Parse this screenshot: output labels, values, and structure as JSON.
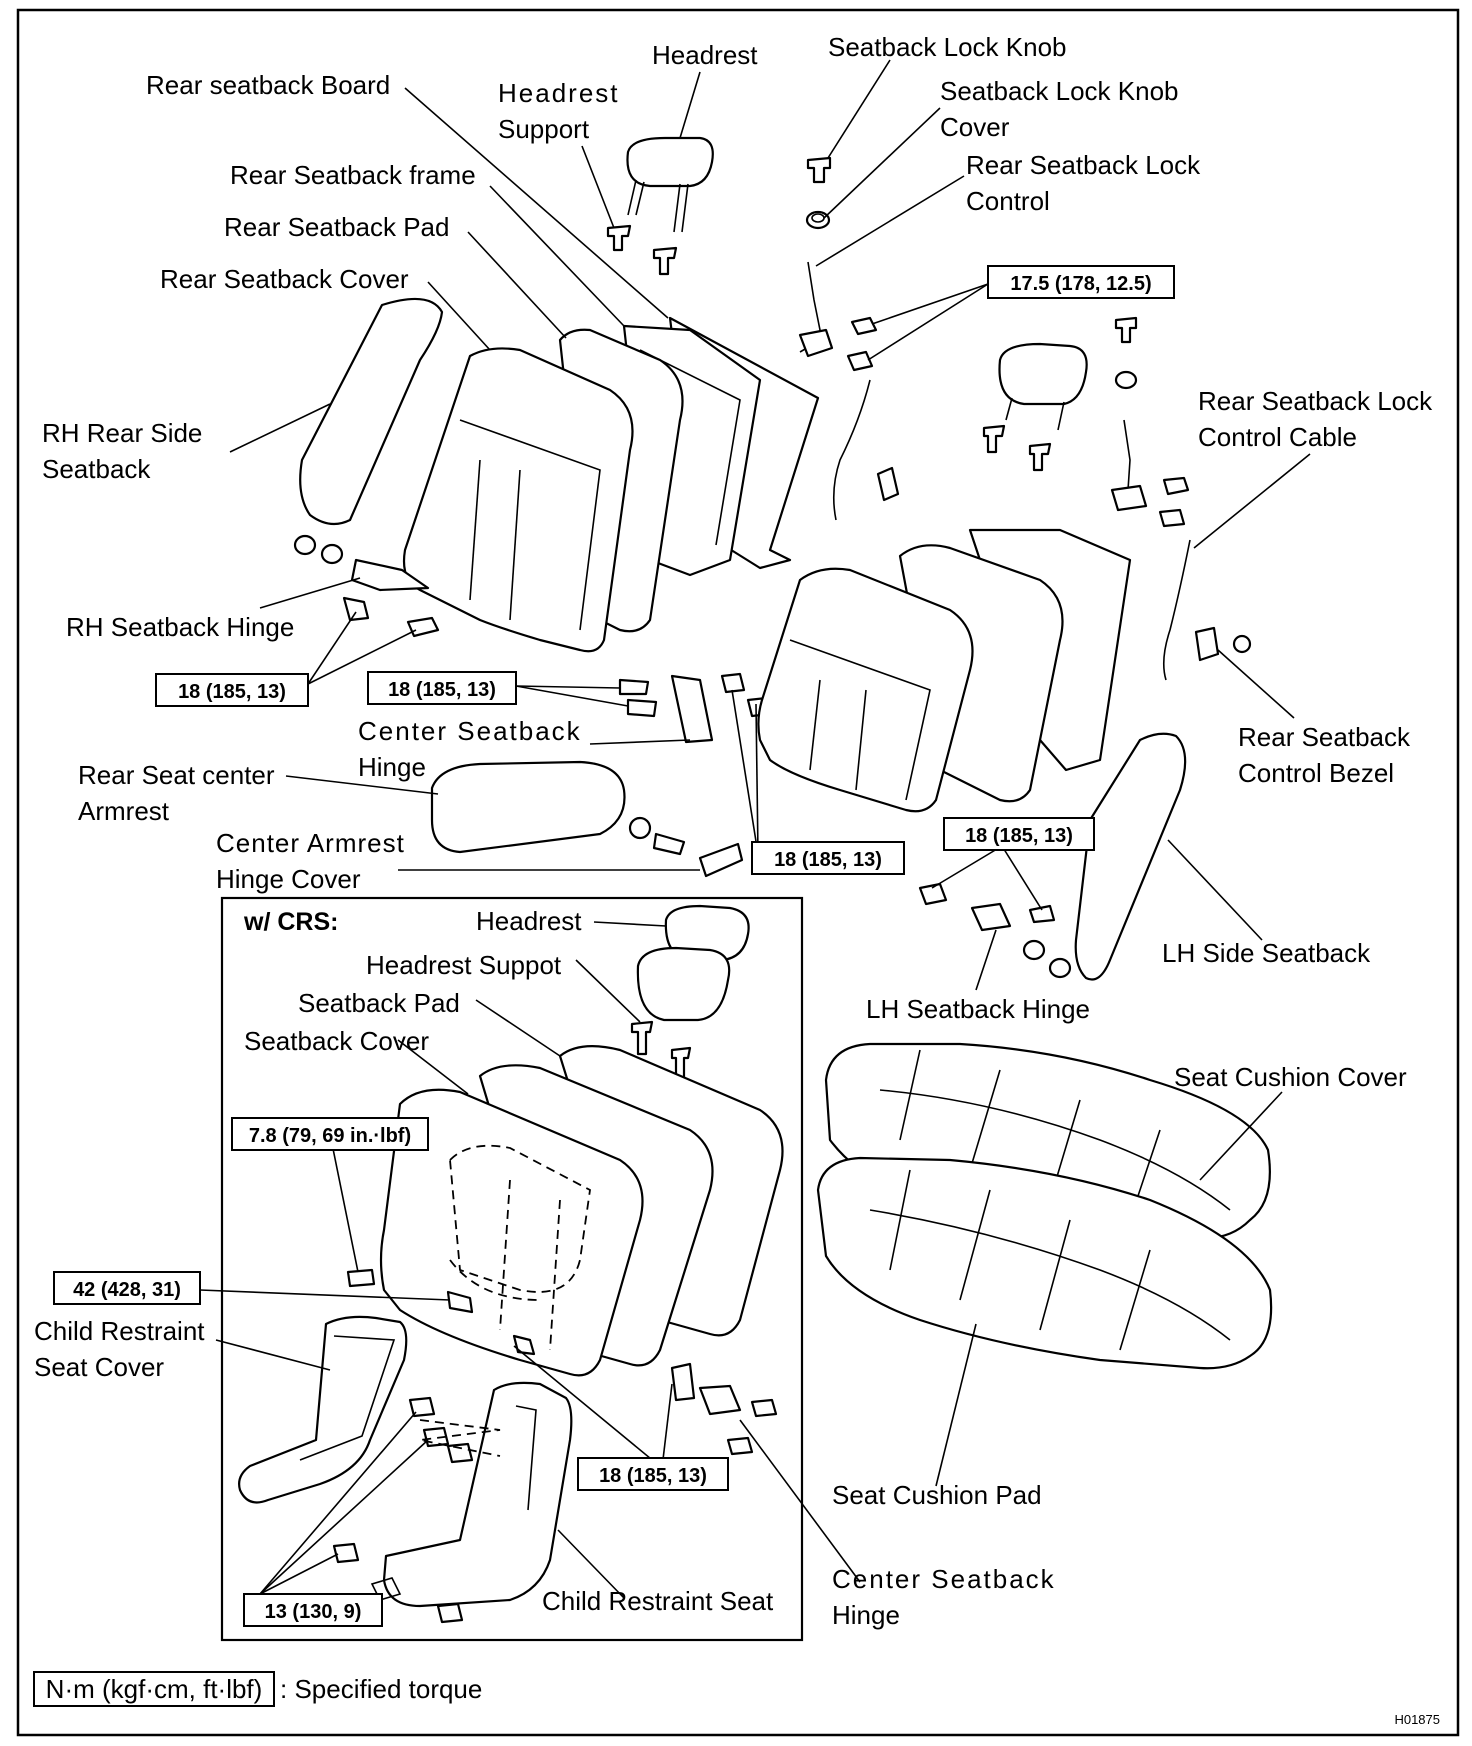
{
  "labels": {
    "headrest_top": "Headrest",
    "seatback_lock_knob": "Seatback Lock Knob",
    "rear_seatback_board": "Rear seatback Board",
    "headrest_support_1": "Headrest",
    "headrest_support_2": "Support",
    "seatback_lock_knob_cover_1": "Seatback Lock Knob",
    "seatback_lock_knob_cover_2": "Cover",
    "rear_seatback_frame": "Rear Seatback frame",
    "rear_seatback_lock_control_1": "Rear Seatback Lock",
    "rear_seatback_lock_control_2": "Control",
    "rear_seatback_pad": "Rear Seatback Pad",
    "rear_seatback_cover": "Rear Seatback Cover",
    "rear_seatback_lock_control_cable_1": "Rear Seatback Lock",
    "rear_seatback_lock_control_cable_2": "Control Cable",
    "rh_rear_side_seatback_1": "RH Rear Side",
    "rh_rear_side_seatback_2": "Seatback",
    "rh_seatback_hinge": "RH Seatback Hinge",
    "center_seatback_hinge_1": "Center Seatback",
    "center_seatback_hinge_2": "Hinge",
    "rear_seatback_control_bezel_1": "Rear Seatback",
    "rear_seatback_control_bezel_2": "Control Bezel",
    "rear_seat_center_armrest_1": "Rear Seat center",
    "rear_seat_center_armrest_2": "Armrest",
    "center_armrest_hinge_cover_1": "Center Armrest",
    "center_armrest_hinge_cover_2": "Hinge Cover",
    "lh_side_seatback": "LH Side Seatback",
    "lh_seatback_hinge": "LH Seatback Hinge",
    "seat_cushion_cover": "Seat Cushion Cover",
    "seat_cushion_pad": "Seat Cushion Pad",
    "center_seatback_hinge_b_1": "Center Seatback",
    "center_seatback_hinge_b_2": "Hinge",
    "crs_title": "w/ CRS:",
    "crs_headrest": "Headrest",
    "crs_headrest_support": "Headrest Suppot",
    "crs_seatback_pad": "Seatback Pad",
    "crs_seatback_cover": "Seatback Cover",
    "child_restraint_seat_cover_1": "Child Restraint",
    "child_restraint_seat_cover_2": "Seat Cover",
    "child_restraint_seat": "Child Restraint Seat"
  },
  "torques": {
    "t_lock_control": "17.5 (178, 12.5)",
    "t_rh_hinge": "18 (185, 13)",
    "t_center_hinge": "18 (185, 13)",
    "t_armrest_hinge": "18 (185, 13)",
    "t_lh_hinge": "18 (185, 13)",
    "t_crs_pad": "7.8 (79, 69 in.·lbf)",
    "t_crs_anchor": "42 (428, 31)",
    "t_crs_hinge": "18 (185, 13)",
    "t_crs_seat": "13 (130, 9)"
  },
  "legend": {
    "unit": "N·m (kgf·cm, ft·lbf)",
    "text": ": Specified torque"
  },
  "figure_code": "H01875"
}
